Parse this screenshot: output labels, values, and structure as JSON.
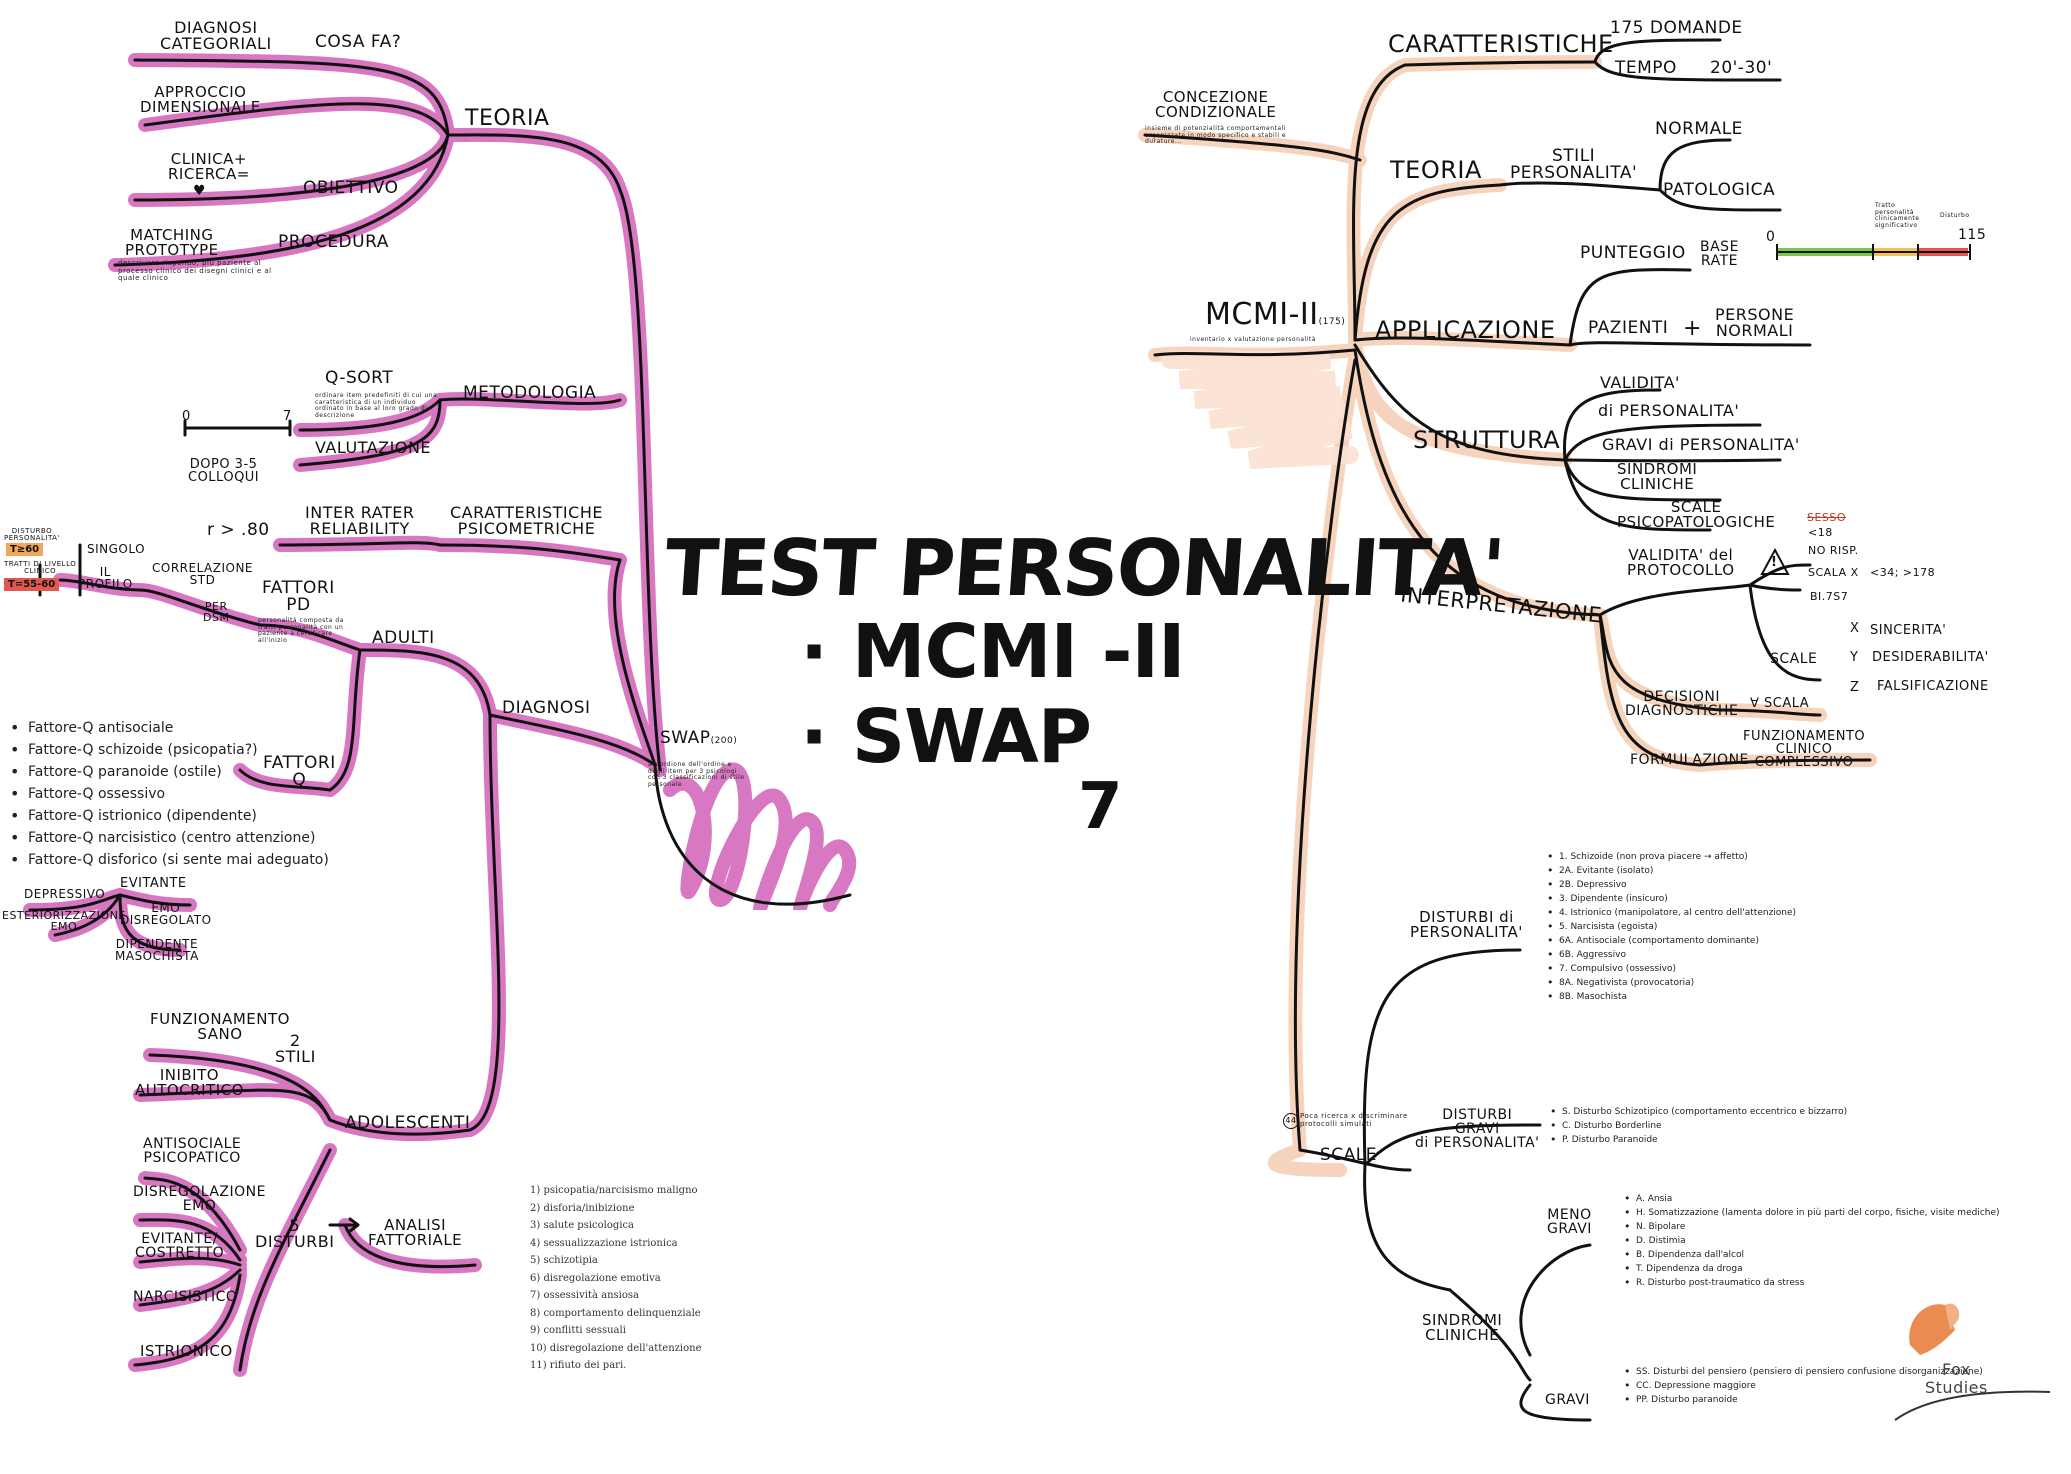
{
  "colors": {
    "pink": "#d15fb7",
    "pink_light": "#e6a3d6",
    "peach": "#f5c9ad",
    "peach_light": "#fbe1d1",
    "ink": "#111111",
    "scale_green": "#7cc94a",
    "scale_yellow": "#f3c35a",
    "scale_red": "#e0584f",
    "badge_orange": "#f3a65e",
    "badge_red": "#e0584f"
  },
  "center": {
    "title": "TEST PERSONALITA'",
    "bullet1": "· MCMI -II",
    "bullet2": "· SWAP",
    "mark": "7"
  },
  "left": {
    "swap": "SWAP",
    "swap_sup": "(200)",
    "swap_note": "accordione dell'ordine e degli item per 3 psicologi con 3 classificazioni di stile personale",
    "teoria": "TEORIA",
    "diagnosi_categoriali": "DIAGNOSI\nCATEGORIALI",
    "cosa_fa": "COSA FA?",
    "approccio_dimensionale": "APPROCCIO\nDIMENSIONALE",
    "clinica_ricerca": "CLINICA+\nRICERCA=",
    "heart": "♥",
    "obiettivo": "OBIETTIVO",
    "matching_prototype": "MATCHING\nPROTOTYPE",
    "procedura": "PROCEDURA",
    "procedura_note": "descrivere rispondo, più paziente al processo clinico dei disegni clinici e al quale clinico",
    "metodologia": "METODOLOGIA",
    "q_sort": "Q-SORT",
    "q_sort_note": "ordinare item predefiniti di cui una caratteristica di un individuo ordinato in base al loro grado di descrizione",
    "scale_0": "0",
    "scale_7": "7",
    "valutazione": "VALUTAZIONE",
    "dopo_colloqui": "DOPO 3-5\nCOLLOQUI",
    "r_80": "r > .80",
    "inter_rater": "INTER RATER\nRELIABILITY",
    "caratteristiche_psico": "CARATTERISTICHE\nPSICOMETRICHE",
    "disturbo_personalita": "DISTURBO\nPERSONALITA'",
    "t60": "T≥60",
    "tratti_clinico": "TRATTI DI LIVELLO\nCLINICO",
    "t5560": "T=55-60",
    "singolo": "SINGOLO",
    "profilo": "IL\nPROFILO",
    "correlazione": "CORRELAZIONE\nSTD",
    "per_dsm": "PER\nDSM",
    "fattori_pd": "FATTORI\nPD",
    "fattori_pd_note": "personalità composta da tratti-personalità con un paziente a certificare all'inizio",
    "adulti": "ADULTI",
    "diagnosi": "DIAGNOSI",
    "fattori_q": "FATTORI\nQ",
    "q_factors": [
      "Fattore-Q antisociale",
      "Fattore-Q schizoide  (psicopatia?)",
      "Fattore-Q paranoide  (ostile)",
      "Fattore-Q ossessivo",
      "Fattore-Q istrionico  (dipendente)",
      "Fattore-Q narcisistico  (centro attenzione)",
      "Fattore-Q disforico  (si sente mai adeguato)"
    ],
    "depressivo": "DEPRESSIVO",
    "evitante": "EVITANTE",
    "esteriorizzazione_emo": "ESTERIORIZZAZIONE\nEMO",
    "emo_disregolato": "EMO\nDISREGOLATO",
    "dipendente_masochista": "DIPENDENTE\nMASOCHISTA",
    "adolescenti": "ADOLESCENTI",
    "funzionamento_sano": "FUNZIONAMENTO\nSANO",
    "inibito_autocritico": "INIBITO\nAUTOCRITICO",
    "due_stili": "2\nSTILI",
    "antisociale_psicopatico": "ANTISOCIALE\nPSICOPATICO",
    "disregolazione_emo": "DISREGOLAZIONE\nEMO",
    "evitante_constrained": "EVITANTE/\nCOSTRETTO",
    "narcisistico": "NARCISISTICO",
    "istrionico": "ISTRIONICO",
    "cinque_disturbi": "5\nDISTURBI",
    "analisi_fattoriale": "ANALISI\nFATTORIALE",
    "fattoriale_list": [
      "1) psicopatia/narcisismo maligno",
      "2) disforia/inibizione",
      "3) salute psicologica",
      "4) sessualizzazione istrionica",
      "5) schizotipia",
      "6) disregolazione emotiva",
      "7) ossessività ansiosa",
      "8) comportamento delinquenziale",
      "9) conflitti sessuali",
      "10) disregolazione dell'attenzione",
      "11) rifiuto dei pari."
    ]
  },
  "right": {
    "mcmi": "MCMI-II",
    "mcmi_sup": "(175)",
    "mcmi_note": "inventario x valutazione personalità",
    "concezione": "CONCEZIONE\nCONDIZIONALE",
    "concezione_note": "insieme di potenzialità comportamentali organizzate in modo specifico e stabili e durature...",
    "caratteristiche": "CARATTERISTICHE",
    "domande": "175 DOMANDE",
    "tempo": "TEMPO",
    "tempo_val": "20'-30'",
    "teoria": "TEORIA",
    "stili": "STILI\nPERSONALITA'",
    "normale": "NORMALE",
    "patologica": "PATOLOGICA",
    "punteggio": "PUNTEGGIO",
    "base_rate": "BASE\nRATE",
    "scale_start": "0",
    "scale_end": "115",
    "scale_mid_note": "Tratto\npersonalità\nclinicamente\nsignificativo",
    "scale_end_note": "Disturbo",
    "applicazione": "APPLICAZIONE",
    "pazienti": "PAZIENTI",
    "plus": "+",
    "persone_normali": "PERSONE\nNORMALI",
    "struttura": "STRUTTURA",
    "validita": "VALIDITA'",
    "di_personalita": "di PERSONALITA'",
    "gravi_personalita": "GRAVI di PERSONALITA'",
    "sindromi_cliniche": "SINDROMI\nCLINICHE",
    "scale_psico": "SCALE\nPSICOPATOLOGICHE",
    "interpretazione": "INTERPRETAZIONE",
    "validita_protocollo": "VALIDITA' del\nPROTOCOLLO",
    "warning": "!",
    "sesso": "SESSO",
    "lt18": "<18",
    "no_risp": "NO RISP.",
    "scala_x": "SCALA X",
    "scala_x_range": "<34; >178",
    "bi_7s7": "BI.7S7",
    "scale": "SCALE",
    "x_label": "X",
    "sincerita": "SINCERITA'",
    "y_label": "Y",
    "desiderabilita": "DESIDERABILITA'",
    "z_label": "Z",
    "falsificazione": "FALSIFICAZIONE",
    "decisioni": "DECISIONI\nDIAGNOSTICHE",
    "per_scala": "∀ SCALA",
    "formulazione": "FORMULAZIONE",
    "funzionamento_clinico": "FUNZIONAMENTO\nCLINICO\nCOMPLESSIVO",
    "scale_main": "SCALE",
    "scale_main_note": "Poca ricerca x discriminare protocolli simulati",
    "scale_main_badge": "44",
    "disturbi_personalita": "DISTURBI di\nPERSONALITA'",
    "disturbi_list": [
      "1. Schizoide (non prova piacere → affetto)",
      "2A. Evitante (isolato)",
      "2B. Depressivo",
      "3. Dipendente (insicuro)",
      "4. Istrionico (manipolatore, al centro dell'attenzione)",
      "5. Narcisista (egoista)",
      "6A. Antisociale (comportamento dominante)",
      "6B. Aggressivo",
      "7. Compulsivo (ossessivo)",
      "8A. Negativista (provocatoria)",
      "8B. Masochista"
    ],
    "disturbi_gravi": "DISTURBI\nGRAVI\ndi PERSONALITA'",
    "disturbi_gravi_list": [
      "S. Disturbo Schizotipico (comportamento eccentrico e bizzarro)",
      "C. Disturbo Borderline",
      "P. Disturbo Paranoide"
    ],
    "sindromi_main": "SINDROMI\nCLINICHE",
    "meno_gravi": "MENO\nGRAVI",
    "meno_gravi_list": [
      "A. Ansia",
      "H. Somatizzazione (lamenta dolore in più parti del corpo, fisiche, visite mediche)",
      "N. Bipolare",
      "D. Distimia",
      "B. Dipendenza dall'alcol",
      "T. Dipendenza da droga",
      "R. Disturbo post-traumatico da stress"
    ],
    "gravi": "GRAVI",
    "gravi_list": [
      "SS. Disturbi del pensiero (pensiero di pensiero confusione disorganizzazione)",
      "CC. Depressione maggiore",
      "PP. Disturbo paranoide"
    ]
  },
  "brand": {
    "line1": "Fox",
    "line2": "Studies"
  }
}
